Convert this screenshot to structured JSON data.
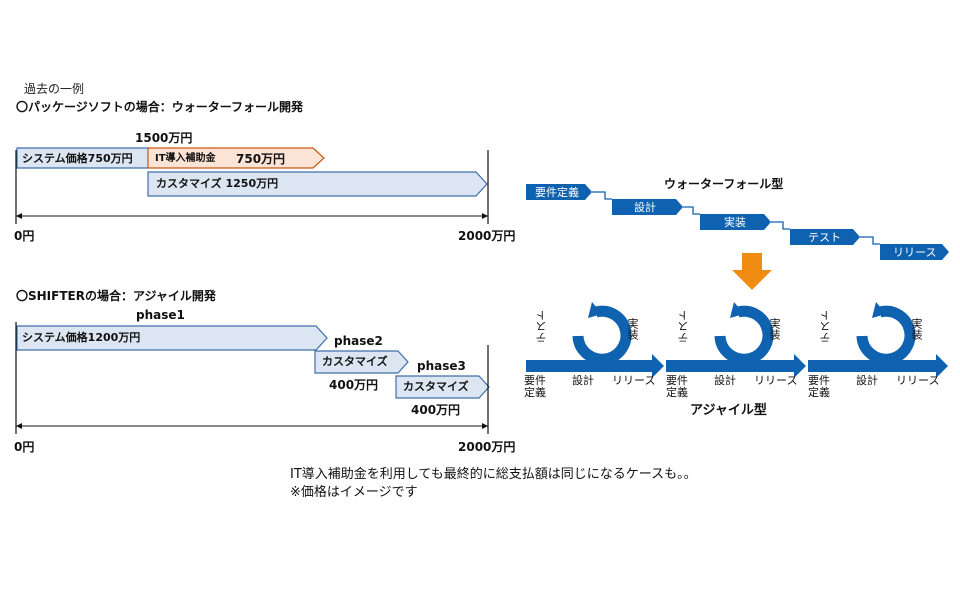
{
  "example_heading": "過去の一例",
  "waterfall_case_title": "〇パッケージソフトの場合：ウォーターフォール開発",
  "waterfall_bars": {
    "total_label": "1500万円",
    "system_price": "システム価格750万円",
    "subsidy_label": "IT導入補助金",
    "subsidy_amount": "750万円",
    "customize": "カスタマイズ 1250万円"
  },
  "axis_start": "0円",
  "axis_end": "2000万円",
  "agile_case_title": "〇SHIFTERの場合：アジャイル開発",
  "agile_bars": {
    "phase1": "phase1",
    "phase1_bar": "システム価格1200万円",
    "phase2": "phase2",
    "phase2_bar": "カスタマイズ",
    "phase2_amount": "400万円",
    "phase3": "phase3",
    "phase3_bar": "カスタマイズ",
    "phase3_amount": "400万円"
  },
  "note_line1": "IT導入補助金を利用しても最終的に総支払額は同じになるケースも。。",
  "note_line2": "※価格はイメージです",
  "waterfall_model": {
    "title": "ウォーターフォール型",
    "steps": [
      "要件定義",
      "設計",
      "実装",
      "テスト",
      "リリース"
    ]
  },
  "agile_model": {
    "title": "アジャイル型",
    "cycle_labels": {
      "test": "テスト",
      "impl": "実装",
      "req": "要件定義",
      "design": "設計",
      "release": "リリース"
    }
  },
  "colors": {
    "bar_fill": "#dce6f2",
    "bar_stroke": "#3f6fa8",
    "subsidy_fill": "#fbe3d6",
    "subsidy_stroke": "#c55a11",
    "model_blue": "#0e62b0",
    "down_arrow": "#f08c12"
  }
}
